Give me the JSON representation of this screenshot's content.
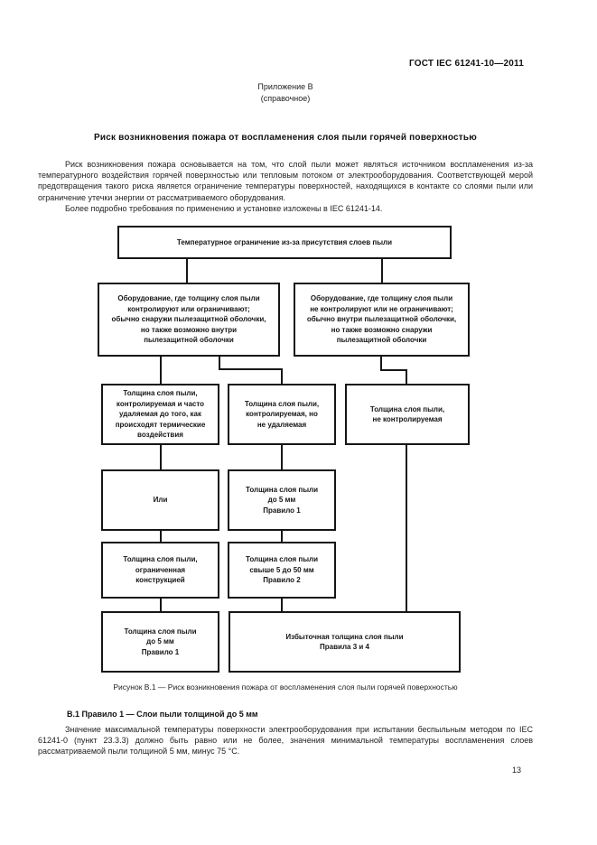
{
  "page": {
    "doc_number": "ГОСТ IEC 61241-10—2011",
    "page_number": "13"
  },
  "annex": {
    "name": "Приложение В",
    "type": "(справочное)"
  },
  "title": "Риск возникновения пожара от воспламенения слоя пыли горячей поверхностью",
  "intro": {
    "para1": "Риск возникновения пожара основывается на том, что слой пыли может являться источником воспламенения из-за температурного воздействия горячей поверхностью или тепловым потоком от электрооборудования. Соответствующей мерой предотвращения такого риска является ограничение температуры поверхностей, находящихся в контакте со слоями пыли или ограничение утечки энергии от рассматриваемого оборудования.",
    "para2": "Более подробно требования по применению и установке изложены в IEC 61241-14."
  },
  "flowchart": {
    "boxes": {
      "top": "Температурное ограничение из-за присутствия слоев пыли",
      "row2_left": "Оборудование, где толщину слоя пыли\nконтролируют или ограничивают;\nобычно снаружи пылезащитной оболочки,\nно также возможно внутри\nпылезащитной оболочки",
      "row2_right": "Оборудование, где толщину слоя пыли\nне контролируют или не ограничивают;\nобычно внутри пылезащитной оболочки,\nно также возможно снаружи\nпылезащитной оболочки",
      "row3_left": "Толщина слоя пыли,\nконтролируемая и часто\nудаляемая до того, как\nпроисходят термические\nвоздействия",
      "row3_middle": "Толщина слоя пыли,\nконтролируемая, но\nне удаляемая",
      "row3_right": "Толщина слоя пыли,\nне контролируемая",
      "row4_left": "Или",
      "row4_middle": "Толщина слоя пыли\nдо 5 мм\nПравило 1",
      "row5_left": "Толщина слоя пыли,\nограниченная\nконструкцией",
      "row5_middle": "Толщина слоя пыли\nсвыше 5 до 50 мм\nПравило 2",
      "row6_left": "Толщина слоя пыли\nдо 5 мм\nПравило 1",
      "row6_wide": "Избыточная толщина слоя пыли\nПравила 3 и 4"
    },
    "caption": "Рисунок В.1 — Риск возникновения пожара от воспламенения слоя пыли горячей поверхностью"
  },
  "section": {
    "heading": "В.1  Правило 1 — Слои пыли толщиной до 5 мм",
    "para": "Значение максимальной температуры поверхности электрооборудования при испытании беспыльным методом по IEC 61241-0 (пункт 23.3.3) должно быть равно или не более, значения минимальной температуры воспламенения слоев рассматриваемой пыли толщиной 5 мм, минус 75 °С."
  }
}
